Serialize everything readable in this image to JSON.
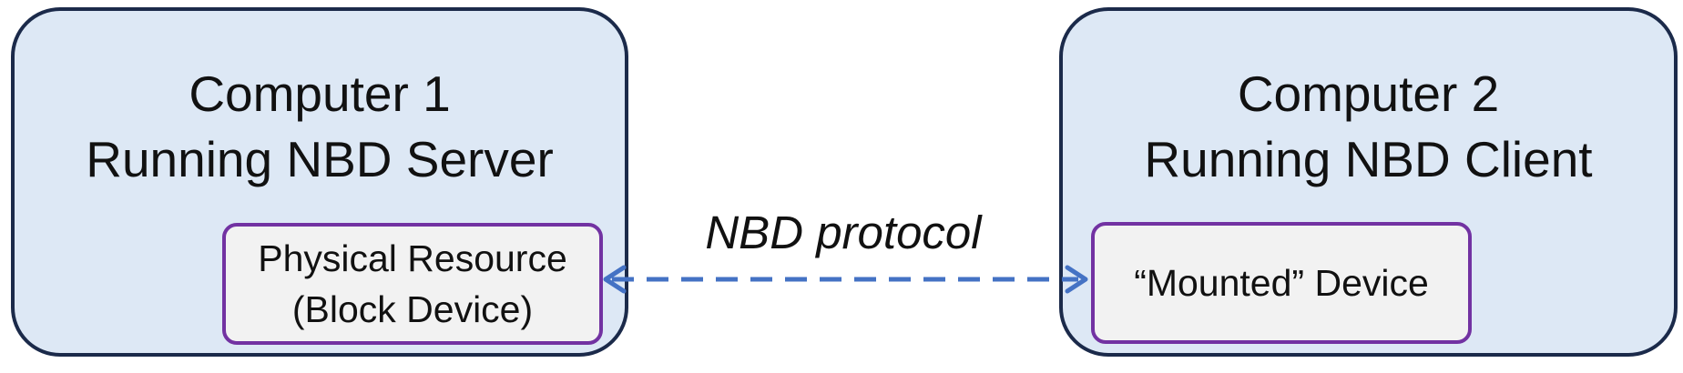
{
  "computer1": {
    "title_line1": "Computer 1",
    "title_line2": "Running NBD Server",
    "resource_line1": "Physical Resource",
    "resource_line2": "(Block Device)"
  },
  "computer2": {
    "title_line1": "Computer 2",
    "title_line2": "Running NBD Client",
    "resource_line1": "“Mounted” Device"
  },
  "link": {
    "label": "NBD protocol",
    "style": "dashed",
    "direction": "bidirectional"
  },
  "colors": {
    "node_fill": "#dde8f5",
    "node_border": "#1b2a4a",
    "resource_fill": "#f2f2f2",
    "resource_border": "#7232a2",
    "arrow": "#4472c4"
  }
}
